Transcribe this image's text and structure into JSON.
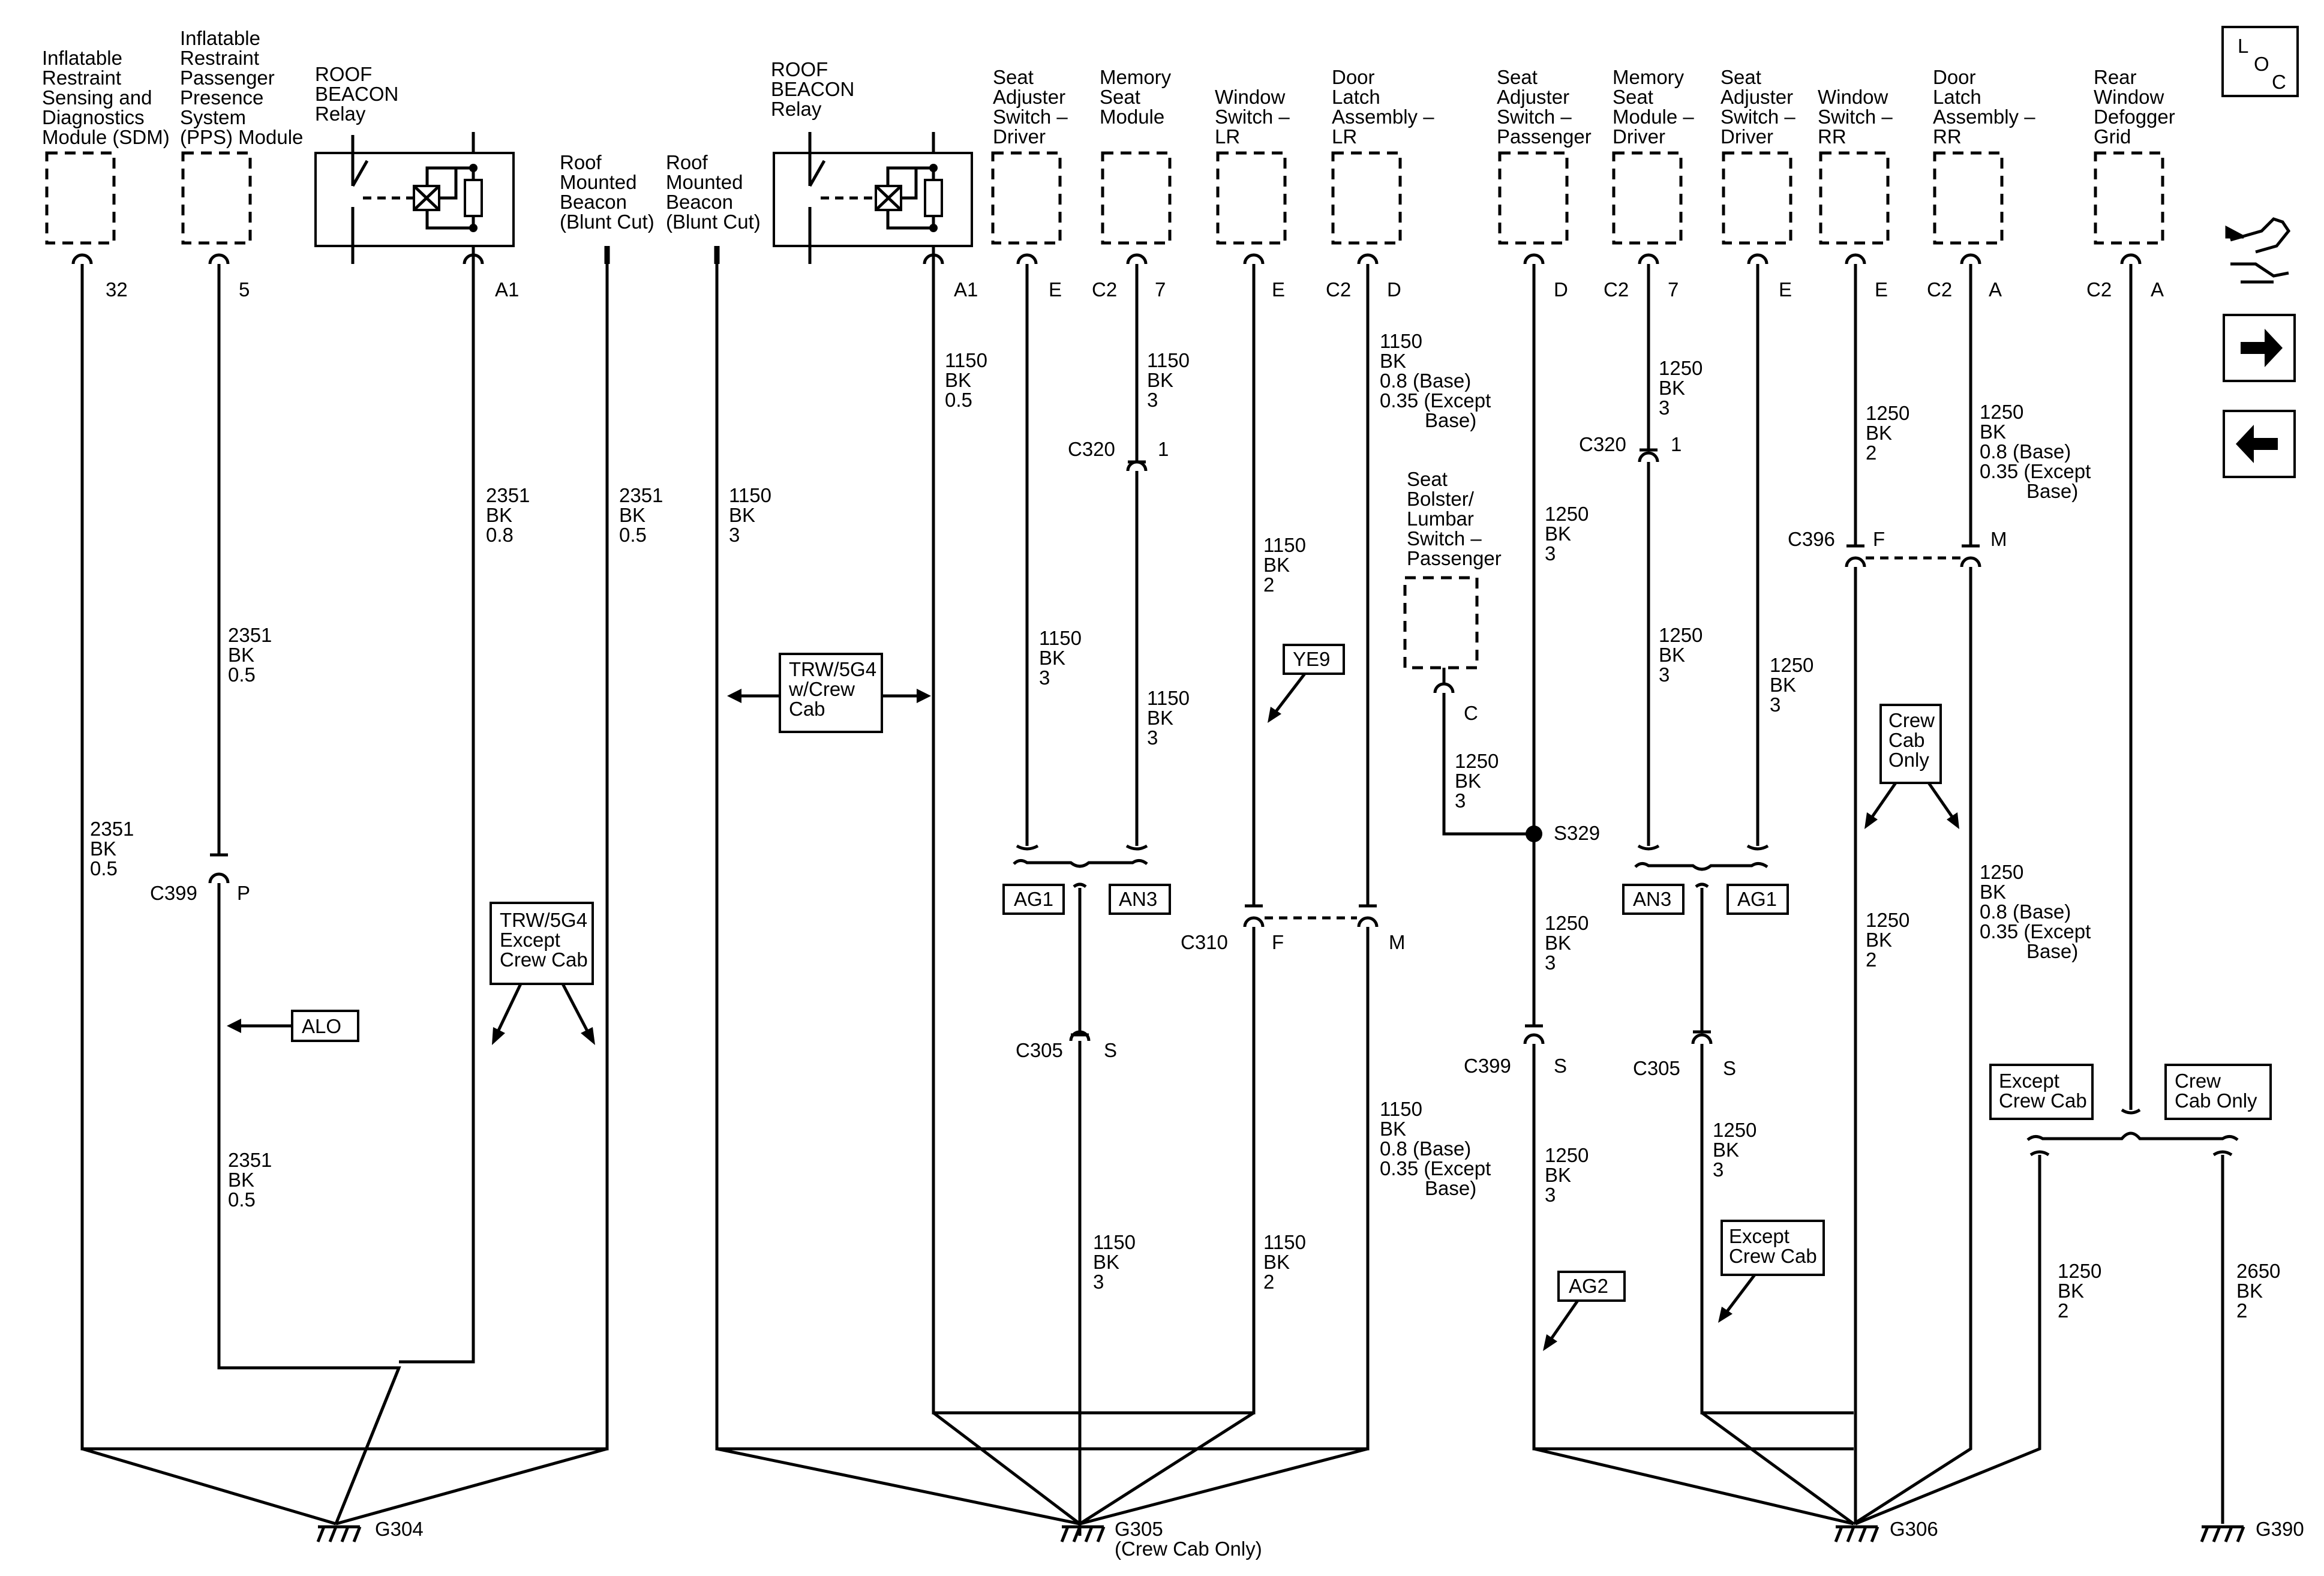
{
  "diagram": {
    "grounds": [
      {
        "id": "G304",
        "label": "G304",
        "note": ""
      },
      {
        "id": "G305",
        "label": "G305",
        "note": "(Crew Cab Only)"
      },
      {
        "id": "G306",
        "label": "G306",
        "note": ""
      },
      {
        "id": "G390",
        "label": "G390",
        "note": ""
      }
    ],
    "components": [
      {
        "lines": [
          "Inflatable",
          "Restraint",
          "Sensing and",
          "Diagnostics",
          "Module (SDM)"
        ],
        "pin": "32"
      },
      {
        "lines": [
          "Inflatable",
          "Restraint",
          "Passenger",
          "Presence",
          "System",
          "(PPS) Module"
        ],
        "pin": "5"
      },
      {
        "lines": [
          "ROOF",
          "BEACON",
          "Relay"
        ],
        "pin": "A1"
      },
      {
        "lines": [
          "Roof",
          "Mounted",
          "Beacon",
          "(Blunt Cut)"
        ],
        "pin": ""
      },
      {
        "lines": [
          "Roof",
          "Mounted",
          "Beacon",
          "(Blunt Cut)"
        ],
        "pin": ""
      },
      {
        "lines": [
          "ROOF",
          "BEACON",
          "Relay"
        ],
        "pin": "A1"
      },
      {
        "lines": [
          "Seat",
          "Adjuster",
          "Switch –",
          "Driver"
        ],
        "pin": "E"
      },
      {
        "lines": [
          "Memory",
          "Seat",
          "Module"
        ],
        "pin": "7",
        "conn": "C2"
      },
      {
        "lines": [
          "Window",
          "Switch –",
          "LR"
        ],
        "pin": "E"
      },
      {
        "lines": [
          "Door",
          "Latch",
          "Assembly –",
          "LR"
        ],
        "pin": "D",
        "conn": "C2"
      },
      {
        "lines": [
          "Seat",
          "Adjuster",
          "Switch –",
          "Passenger"
        ],
        "pin": "D"
      },
      {
        "lines": [
          "Memory",
          "Seat",
          "Module –",
          "Driver"
        ],
        "pin": "7",
        "conn": "C2"
      },
      {
        "lines": [
          "Seat",
          "Adjuster",
          "Switch –",
          "Driver"
        ],
        "pin": "E"
      },
      {
        "lines": [
          "Window",
          "Switch –",
          "RR"
        ],
        "pin": "E"
      },
      {
        "lines": [
          "Door",
          "Latch",
          "Assembly –",
          "RR"
        ],
        "pin": "A",
        "conn": "C2"
      },
      {
        "lines": [
          "Rear",
          "Window",
          "Defogger",
          "Grid"
        ],
        "pin": "A",
        "conn": "C2"
      }
    ],
    "lumbar": {
      "lines": [
        "Seat",
        "Bolster/",
        "Lumbar",
        "Switch –",
        "Passenger"
      ],
      "pin": "C"
    },
    "wires": {
      "w2351_05": [
        "2351",
        "BK",
        "0.5"
      ],
      "w2351_08": [
        "2351",
        "BK",
        "0.8"
      ],
      "w1150_3": [
        "1150",
        "BK",
        "3"
      ],
      "w1150_05": [
        "1150",
        "BK",
        "0.5"
      ],
      "w1150_2": [
        "1150",
        "BK",
        "2"
      ],
      "w1150_base": [
        "1150",
        "BK",
        "0.8  (Base)",
        "0.35 (Except",
        "Base)"
      ],
      "w1250_3": [
        "1250",
        "BK",
        "3"
      ],
      "w1250_2": [
        "1250",
        "BK",
        "2"
      ],
      "w1250_base": [
        "1250",
        "BK",
        "0.8  (Base)",
        "0.35 (Except",
        "Base)"
      ],
      "w2650_2": [
        "2650",
        "BK",
        "2"
      ]
    },
    "connectors": {
      "C399": "C399",
      "C320": "C320",
      "C305": "C305",
      "C310": "C310",
      "C396": "C396",
      "S329": "S329",
      "P": "P",
      "S": "S",
      "F": "F",
      "M": "M",
      "one": "1"
    },
    "options": {
      "alo": "ALO",
      "ye9": "YE9",
      "ag1": "AG1",
      "an3": "AN3",
      "ag2": "AG2",
      "trw_crew": [
        "TRW/5G4",
        "w/Crew",
        "Cab"
      ],
      "trw_except": [
        "TRW/5G4",
        "Except",
        "Crew Cab"
      ],
      "crew_only": [
        "Crew",
        "Cab",
        "Only"
      ],
      "except_crew": [
        "Except",
        "Crew Cab"
      ],
      "crew_cab_only": [
        "Crew",
        "Cab Only"
      ]
    },
    "nav": {
      "loc_l": "L",
      "loc_o": "O",
      "loc_c": "C"
    }
  }
}
